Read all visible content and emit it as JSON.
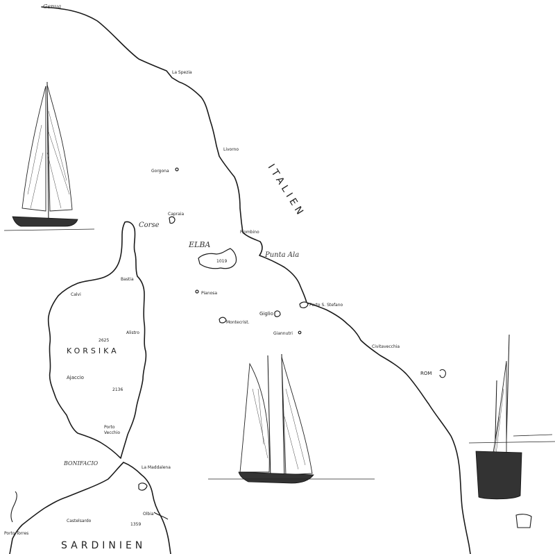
{
  "places": {
    "genua": "Genua",
    "la_spezia": "La Spezia",
    "livorno": "Livorno",
    "gorgona": "Gorgona",
    "capraia": "Capraia",
    "corse": "Corse",
    "piombino": "Piombino",
    "elba": "ELBA",
    "elba_height": "1019",
    "punta_ala": "Punta Ala",
    "pianosa": "Pianosa",
    "giglio": "Giglio",
    "montecristo": "Montecrist.",
    "giannutri": "Giannutri",
    "porto_s_stefano": "Porto S. Stefano",
    "civitavecchia": "Civitavecchia",
    "rom": "ROM",
    "bastia": "Bastia",
    "calvi": "Calvi",
    "alistro": "Alistro",
    "korsika": "KORSIKA",
    "height_2625": "2625",
    "ajaccio": "Ajaccio",
    "height_2136": "2136",
    "porto_vecchio_1": "Porto",
    "porto_vecchio_2": "Vecchio",
    "bonifacio": "BONIFACIO",
    "la_maddalena": "La Maddalena",
    "olbia": "Olbia",
    "castelsardo": "Castelsardo",
    "porto_torres": "Porto Torres",
    "height_1359": "1359",
    "sardinien": "SARDINIEN",
    "italien": "ITALIEN"
  },
  "icons": {
    "sailboat_top_left": "sailboat-icon",
    "sailboat_center": "sailboat-icon",
    "ship_right": "ship-icon"
  },
  "colors": {
    "ink": "#1a1a1a",
    "paper": "#ffffff"
  }
}
